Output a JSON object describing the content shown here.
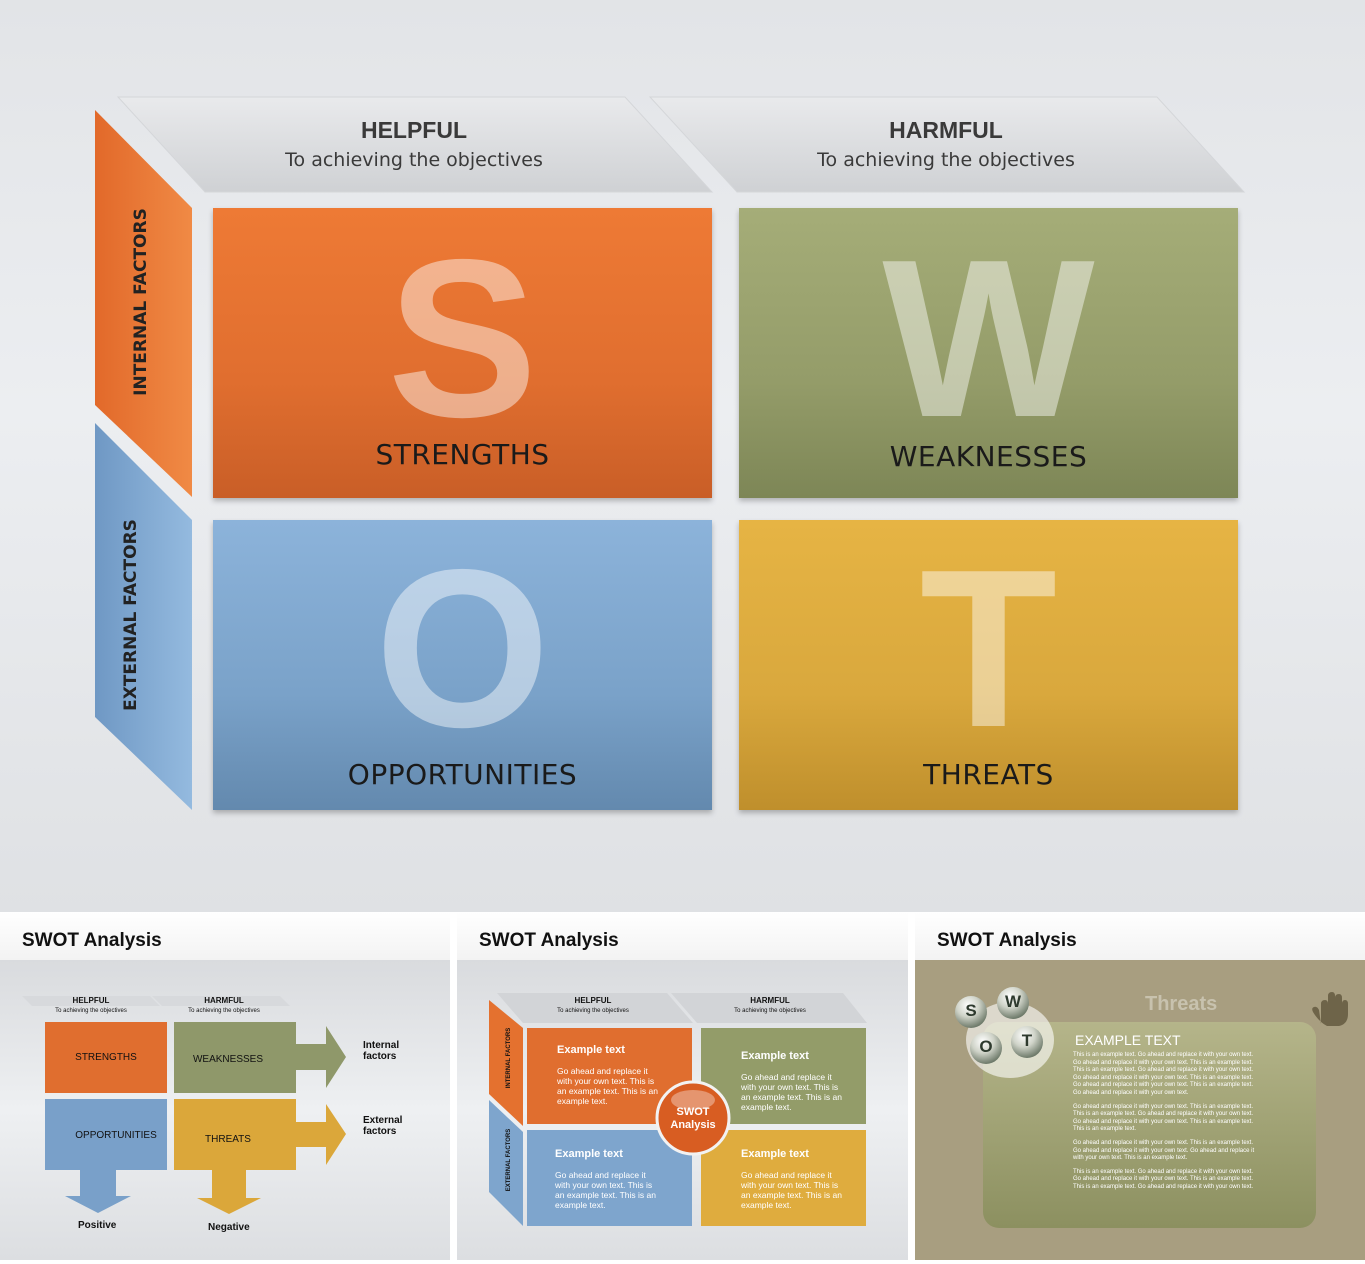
{
  "main": {
    "columns": [
      {
        "title": "HELPFUL",
        "subtitle": "To achieving the objectives"
      },
      {
        "title": "HARMFUL",
        "subtitle": "To achieving the objectives"
      }
    ],
    "rows": [
      {
        "label": "INTERNAL FACTORS"
      },
      {
        "label": "EXTERNAL FACTORS"
      }
    ],
    "quadrants": [
      {
        "letter": "S",
        "label": "STRENGTHS",
        "color": "#ea7433"
      },
      {
        "letter": "W",
        "label": "WEAKNESSES",
        "color": "#98a16f"
      },
      {
        "letter": "O",
        "label": "OPPORTUNITIES",
        "color": "#7ea7cf"
      },
      {
        "letter": "T",
        "label": "THREATS",
        "color": "#deaa3e"
      }
    ]
  },
  "thumbs": [
    {
      "title": "SWOT Analysis",
      "col1": "HELPFUL",
      "col1_sub": "To achieving the objectives",
      "col2": "HARMFUL",
      "col2_sub": "To achieving the objectives",
      "q1": "STRENGTHS",
      "q2": "WEAKNESSES",
      "q3": "OPPORTUNITIES",
      "q4": "THREATS",
      "right1": "Internal factors",
      "right2": "External factors",
      "bottom1": "Positive",
      "bottom2": "Negative"
    },
    {
      "title": "SWOT Analysis",
      "col1": "HELPFUL",
      "col1_sub": "To achieving the objectives",
      "col2": "HARMFUL",
      "col2_sub": "To achieving the objectives",
      "side1": "INTERNAL FACTORS",
      "side2": "EXTERNAL FACTORS",
      "cell_title": "Example text",
      "cell_body": "Go ahead and replace it with your own text. This is an example text. This is an example text.",
      "center": "SWOT Analysis"
    },
    {
      "title": "SWOT Analysis",
      "heading": "Threats",
      "example_title": "EXAMPLE TEXT",
      "para1": "This is an example text. Go ahead and replace it with your own text. Go ahead and replace it with your own text. This is an example text. This is an example text. Go ahead and replace it with your own text. Go ahead and replace it with your own text. This is an example text. Go ahead and replace it with your own text. This is an example text. Go ahead and replace it with your own text.",
      "para2": "Go ahead and replace it with your own text. This is an example text. This is an example text. Go ahead and replace it with your own text. Go ahead and replace it with your own text. This is an example text. This is an example text.",
      "para3": "Go ahead and replace it with your own text. This is an example text. Go ahead and replace it with your own text. Go ahead and replace it with your own text. This is an example text.",
      "para4": "This is an example text. Go ahead and replace it with your own text. Go ahead and replace it with your own text. This is an example text. This is an example text. Go ahead and replace it with your own text.",
      "balls": [
        "S",
        "W",
        "O",
        "T"
      ]
    }
  ]
}
